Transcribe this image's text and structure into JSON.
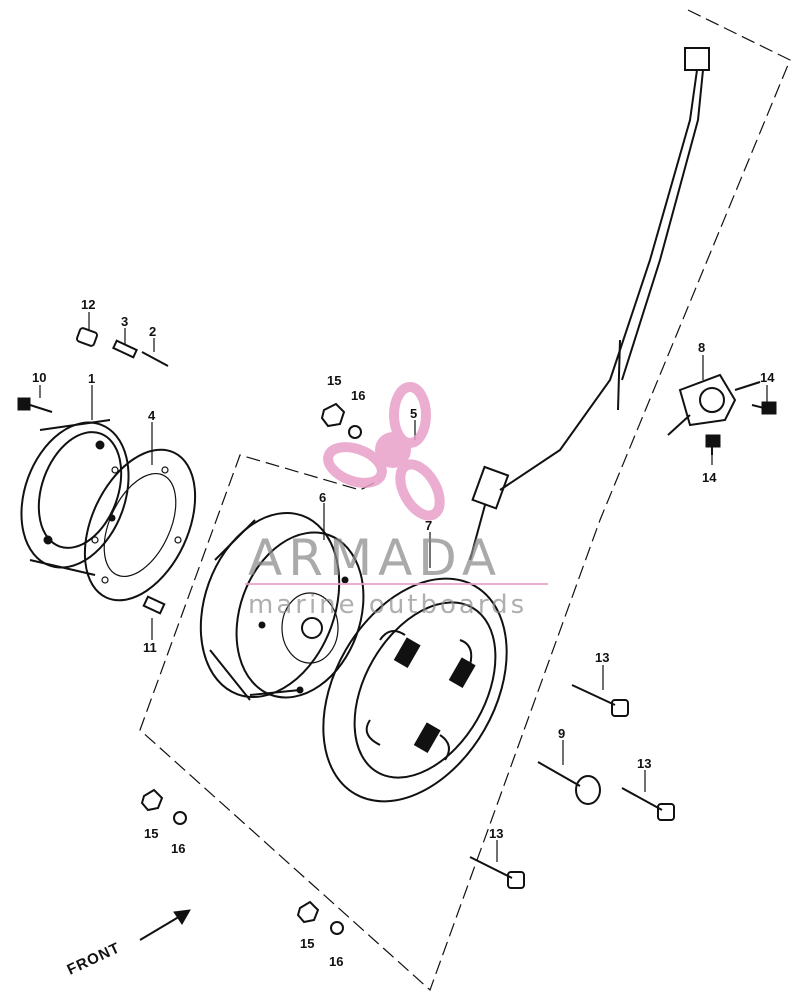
{
  "callouts": {
    "c1": "1",
    "c2": "2",
    "c3": "3",
    "c4": "4",
    "c5": "5",
    "c6": "6",
    "c7": "7",
    "c8": "8",
    "c9": "9",
    "c10": "10",
    "c11": "11",
    "c12": "12",
    "c13a": "13",
    "c13b": "13",
    "c13c": "13",
    "c14a": "14",
    "c14b": "14",
    "c15a": "15",
    "c15b": "15",
    "c15c": "15",
    "c16a": "16",
    "c16b": "16",
    "c16c": "16"
  },
  "front_label": "FRONT",
  "watermark": {
    "word": "ARMADA",
    "sub": "marine outboards",
    "accent_color": "#e8a0c8"
  },
  "icons": [
    "propeller-logo-icon",
    "front-arrow-icon"
  ]
}
